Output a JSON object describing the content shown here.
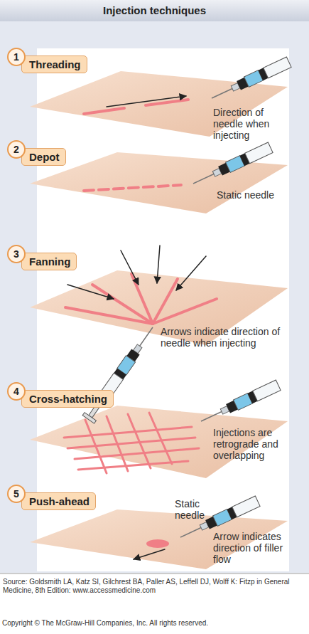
{
  "diagram": {
    "title": "Injection techniques",
    "caption": "Source: Goldsmith LA, Katz SI, Gilchrest BA, Paller AS, Leffell DJ, Wolff K: Fitzp in General Medicine, 8th Edition: www.accessmedicine.com",
    "nodes": [
      {
        "text": [
          "1",
          "Threading"
        ]
      },
      {
        "text": [
          "2",
          "Depot"
        ]
      },
      {
        "text": [
          "3",
          "Fanning"
        ]
      },
      {
        "text": [
          "4",
          "Cross-hatching"
        ]
      },
      {
        "text": [
          "5",
          "Push-ahead"
        ]
      }
    ],
    "labels": [
      "Direction of needle when injecting",
      "Static needle",
      "Arrows indicate direction of needle when injecting",
      "Injections are retrograde and overlapping",
      "Static needle",
      "Arrow indicates direction of filler flow",
      "Copyright © The McGraw-Hill Companies, Inc. All rights reserved."
    ]
  }
}
